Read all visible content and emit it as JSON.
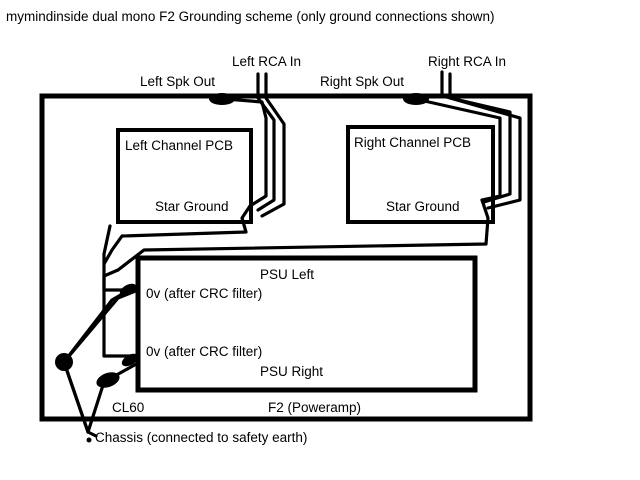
{
  "title": "mymindinside dual mono F2 Grounding scheme    (only ground connections shown)",
  "labels": {
    "left_rca_in": "Left RCA In",
    "right_rca_in": "Right RCA In",
    "left_spk_out": "Left Spk Out",
    "right_spk_out": "Right Spk Out",
    "left_channel_pcb": "Left Channel PCB",
    "right_channel_pcb": "Right Channel PCB",
    "left_star_ground": "Star Ground",
    "right_star_ground": "Star Ground",
    "psu_left": "PSU Left",
    "psu_right": "PSU Right",
    "zero_v_left": "0v (after CRC filter)",
    "zero_v_right": "0v (after CRC filter)",
    "cl60": "CL60",
    "enclosure": "F2 (Poweramp)",
    "chassis": "Chassis (connected to safety earth)"
  },
  "colors": {
    "ink": "#000000",
    "background": "#ffffff"
  }
}
